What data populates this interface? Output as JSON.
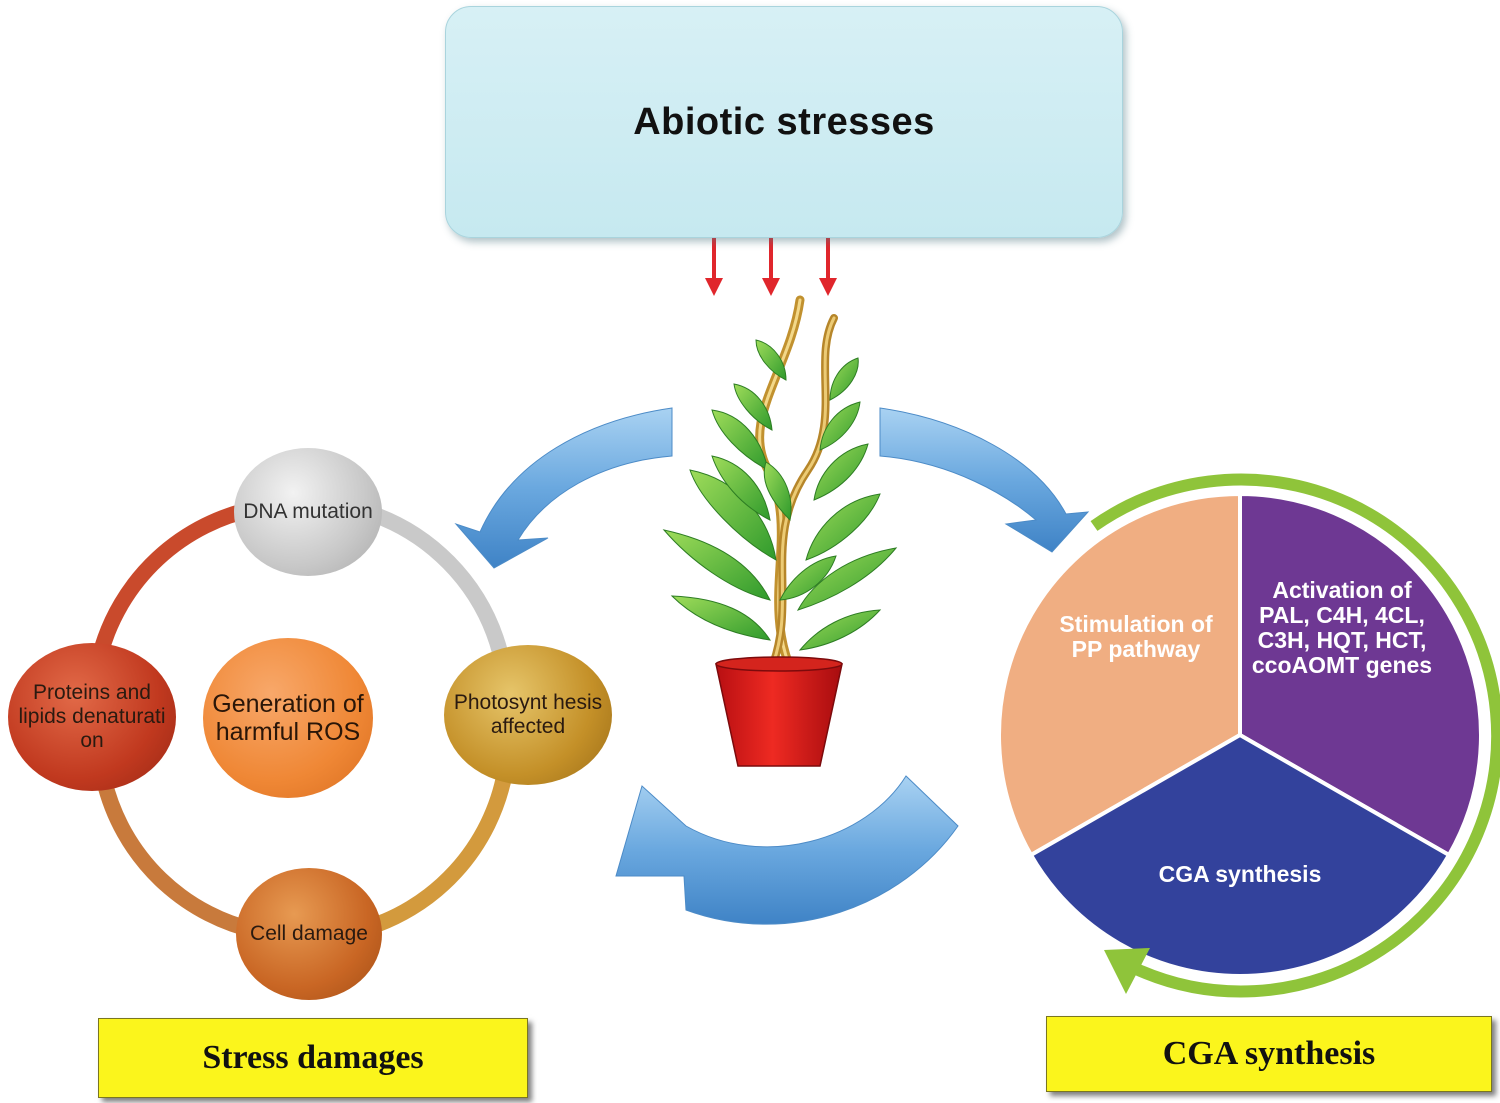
{
  "top": {
    "title": "Abiotic stresses"
  },
  "damage_cycle": {
    "center": "Generation of harmful ROS",
    "dna": "DNA mutation",
    "photosynthesis": "Photosynt hesis affected",
    "proteins": "Proteins and lipids denaturati on",
    "cell": "Cell damage"
  },
  "pie": {
    "stimulation": "Stimulation of PP pathway",
    "activation": "Activation of PAL, C4H, 4CL, C3H, HQT, HCT, ccoAOMT genes",
    "synthesis": "CGA synthesis"
  },
  "footer": {
    "left": "Stress damages",
    "right": "CGA synthesis"
  },
  "colors": {
    "top_box": "#c6e9f0",
    "arrow_blue": "#5a9bd8",
    "pie_peach": "#f0ae82",
    "pie_purple": "#6e3893",
    "pie_blue": "#33429c",
    "ring_green": "#8fc43a",
    "label_yellow": "#fbf51c",
    "red_arrow": "#e0262c"
  }
}
